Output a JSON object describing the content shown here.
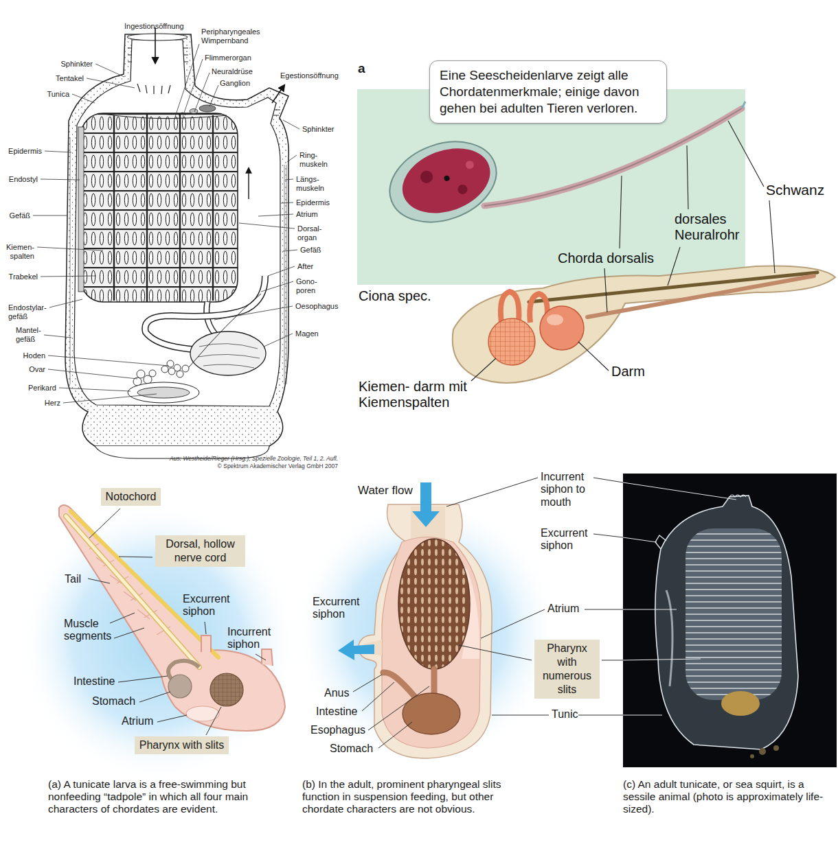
{
  "diagram": {
    "nodes": [
      {
        "text": [
          "Eine Seescheidenlarve zeigt alle Chordatenmerkmale; einige davon gehen bei adulten Tieren verloren."
        ]
      },
      {
        "text": [
          "Notochord"
        ]
      },
      {
        "text": [
          "Dorsal, hollow nerve cord"
        ]
      },
      {
        "text": [
          "Pharynx with slits"
        ]
      },
      {
        "text": [
          "Pharynx with numerous slits"
        ]
      }
    ],
    "labels": [
      "Ingestionsöffnung",
      "Peripharyngeales Wimpernband",
      "Flimmerorgan",
      "Neuraldrüse",
      "Ganglion",
      "Egestionsöffnung",
      "Sphinkter",
      "Tentakel",
      "Tunica",
      "Sphinkter",
      "Epidermis",
      "Endostyl",
      "Ring- muskeln",
      "Längs- muskeln",
      "Epidermis",
      "Atrium",
      "Dorsal- organ",
      "Gefäß",
      "Gefäß",
      "Kiemen- spalten",
      "After",
      "Trabekel",
      "Gono- poren",
      "Oesophagus",
      "Endostylar- gefäß",
      "Mantel- gefäß",
      "Magen",
      "Hoden",
      "Ovar",
      "Perikard",
      "Herz",
      "Aus: Westheide/Rieger (Hrsg.), Spezielle Zoologie, Teil 1, 2. Aufl.",
      "© Spektrum Akademischer Verlag GmbH 2007",
      "a",
      "Ciona spec.",
      "Schwanz",
      "dorsales Neuralrohr",
      "Chorda dorsalis",
      "Kiemen- darm mit Kiemenspalten",
      "Darm",
      "Tail",
      "Muscle segments",
      "Excurrent siphon",
      "Incurrent siphon",
      "Intestine",
      "Stomach",
      "Atrium",
      "(a) A tunicate larva is a free-swimming but nonfeeding “tadpole” in which all four main characters of chordates are evident.",
      "Water flow",
      "Excurrent siphon",
      "Anus",
      "Intestine",
      "Esophagus",
      "Stomach",
      "(b) In the adult, prominent pharyngeal slits function in suspension feeding, but other chordate characters are not obvious.",
      "Incurrent siphon to mouth",
      "Excurrent siphon",
      "Atrium",
      "Tunic",
      "(c) An adult tunicate, or sea squirt, is a sessile animal (photo is approximately life-sized)."
    ]
  }
}
